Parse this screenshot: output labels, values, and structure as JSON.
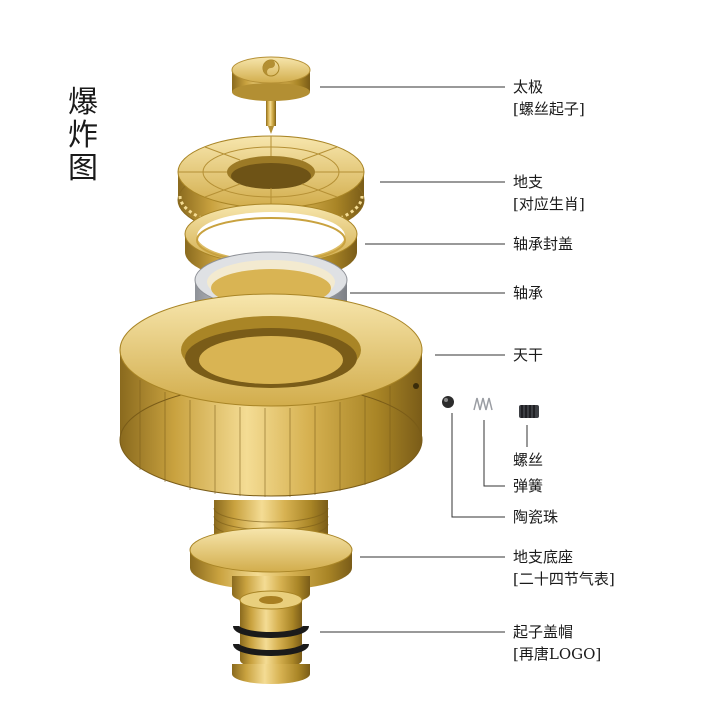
{
  "title": {
    "chars": [
      "爆",
      "炸",
      "图"
    ]
  },
  "colors": {
    "brass": "#d9b453",
    "brass_dark": "#9c7a26",
    "brass_light": "#f6e2a2",
    "steel": "#c9cbd0",
    "line": "#333333"
  },
  "labels": [
    {
      "id": "taiji",
      "name": "太极",
      "sub": "[螺丝起子]"
    },
    {
      "id": "dizhi",
      "name": "地支",
      "sub": "[对应生肖]"
    },
    {
      "id": "bearing-cover",
      "name": "轴承封盖",
      "sub": ""
    },
    {
      "id": "bearing",
      "name": "轴承",
      "sub": ""
    },
    {
      "id": "tiangan",
      "name": "天干",
      "sub": ""
    },
    {
      "id": "screw",
      "name": "螺丝",
      "sub": ""
    },
    {
      "id": "spring",
      "name": "弹簧",
      "sub": ""
    },
    {
      "id": "ceramic-ball",
      "name": "陶瓷珠",
      "sub": ""
    },
    {
      "id": "dizhi-base",
      "name": "地支底座",
      "sub": "[二十四节气表]"
    },
    {
      "id": "cap",
      "name": "起子盖帽",
      "sub": "[再唐LOGO]"
    }
  ]
}
